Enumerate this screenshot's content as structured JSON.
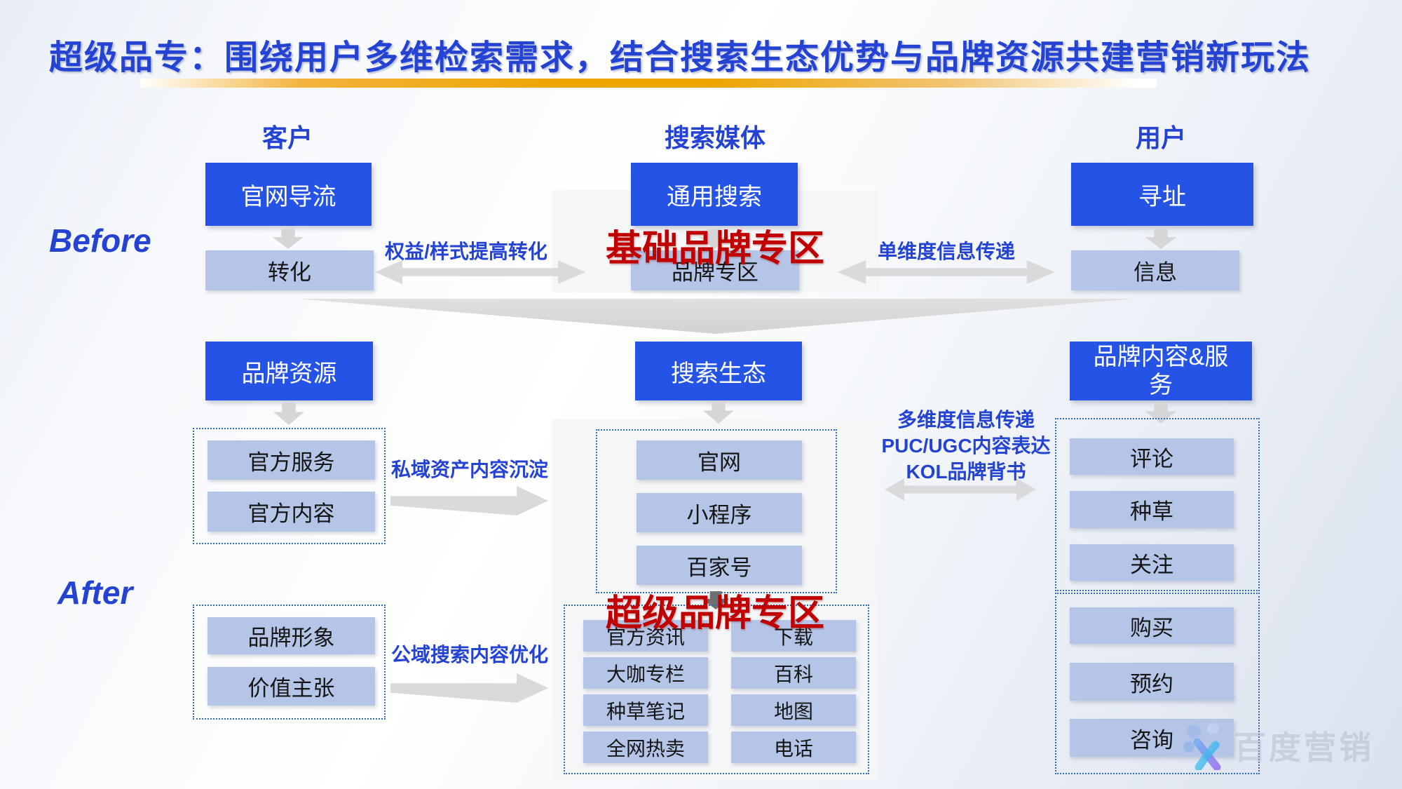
{
  "title": "超级品专：围绕用户多维检索需求，结合搜索生态优势与品牌资源共建营销新玩法",
  "colors": {
    "accent_blue": "#2443d2",
    "box_blue": "#2453e6",
    "box_light_blue": "#b5c5e7",
    "red_overlay": "#c00000",
    "arrow_gray": "#d9dadc",
    "dashed_border": "#2e6db5",
    "gold_divider": "#eda500"
  },
  "columns": {
    "customer": "客户",
    "media": "搜索媒体",
    "user": "用户"
  },
  "before": {
    "label": "Before",
    "customer_top": "官网导流",
    "customer_bottom": "转化",
    "media_top": "通用搜索",
    "media_bottom": "品牌专区",
    "media_overlay": "基础品牌专区",
    "user_top": "寻址",
    "user_bottom": "信息",
    "left_arrow_label": "权益/样式提高转化",
    "right_arrow_label": "单维度信息传递"
  },
  "after": {
    "label": "After",
    "customer_top": "品牌资源",
    "customer_group1": [
      "官方服务",
      "官方内容"
    ],
    "customer_group2": [
      "品牌形象",
      "价值主张"
    ],
    "left_arrow1_label": "私域资产内容沉淀",
    "left_arrow2_label": "公域搜索内容优化",
    "media_top": "搜索生态",
    "media_group1": [
      "官网",
      "小程序",
      "百家号"
    ],
    "media_overlay": "超级品牌专区",
    "media_group2_left": [
      "官方资讯",
      "大咖专栏",
      "种草笔记",
      "全网热卖"
    ],
    "media_group2_right": [
      "下载",
      "百科",
      "地图",
      "电话"
    ],
    "right_arrow_lines": [
      "多维度信息传递",
      "PUC/UGC内容表达",
      "KOL品牌背书"
    ],
    "user_top": "品牌内容&服\n务",
    "user_group1": [
      "评论",
      "种草",
      "关注"
    ],
    "user_group2": [
      "购买",
      "预约",
      "咨询"
    ]
  },
  "watermark": {
    "text": "百度营销"
  }
}
